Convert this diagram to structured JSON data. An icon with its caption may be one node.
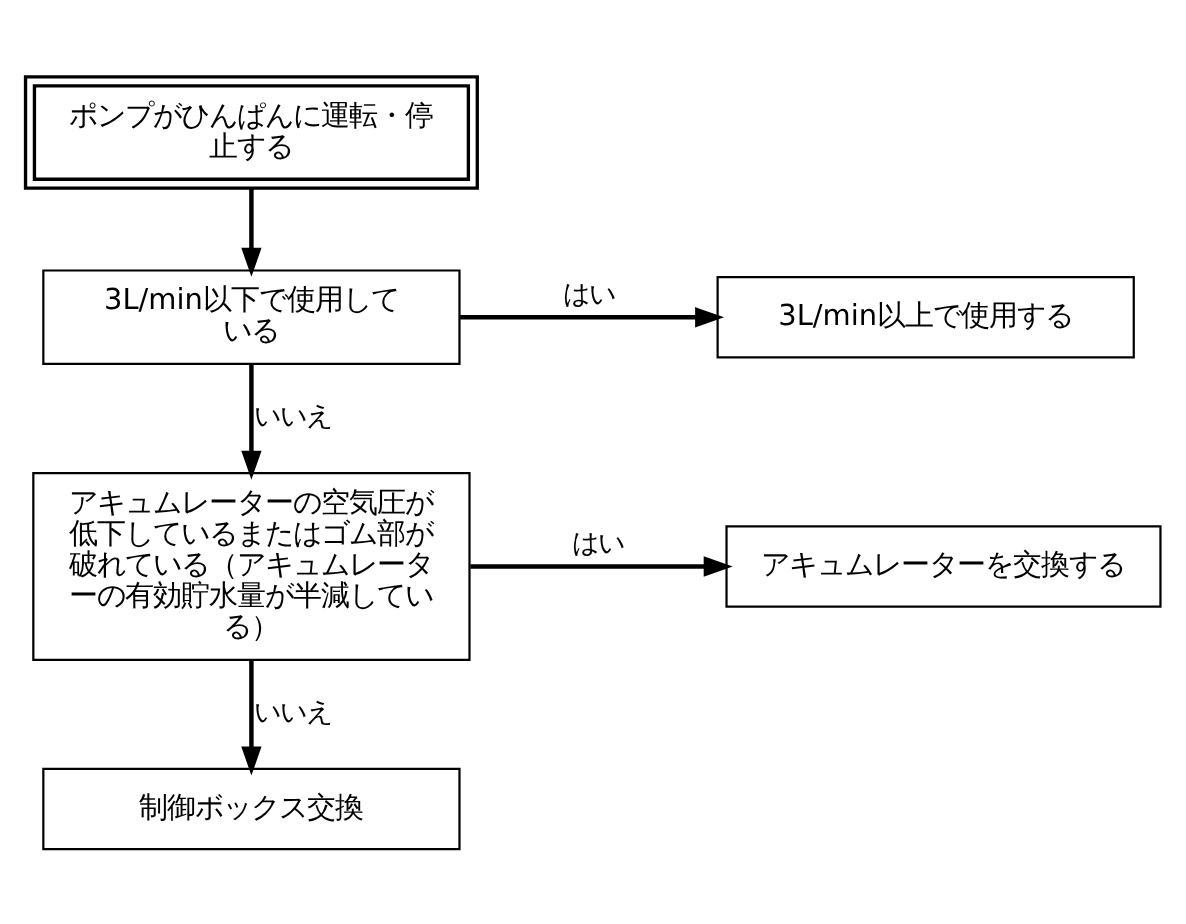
{
  "diagram": {
    "nodes": [
      {
        "text": [
          "ポンプがひんぱんに運転・停止する"
        ]
      },
      {
        "text": [
          "3L/min以下で使用している"
        ]
      },
      {
        "text": [
          "3L/min以上で使用する"
        ]
      },
      {
        "text": [
          "アキュムレーターの空気圧が低下しているまたはゴム部が破れている（アキュムレーターの有効貯水量が半減している）"
        ]
      },
      {
        "text": [
          "アキュムレーターを交換する"
        ]
      },
      {
        "text": [
          "制御ボックス交換"
        ]
      }
    ],
    "edges": [
      {
        "from": 0,
        "to": 1,
        "arrow": "to"
      },
      {
        "from": 1,
        "to": 2,
        "label": "はい",
        "arrow": "to"
      },
      {
        "from": 1,
        "to": 3,
        "label": "いいえ",
        "arrow": "to"
      },
      {
        "from": 3,
        "to": 4,
        "label": "はい",
        "arrow": "to"
      },
      {
        "from": 3,
        "to": 5,
        "label": "いいえ",
        "arrow": "to"
      }
    ]
  }
}
